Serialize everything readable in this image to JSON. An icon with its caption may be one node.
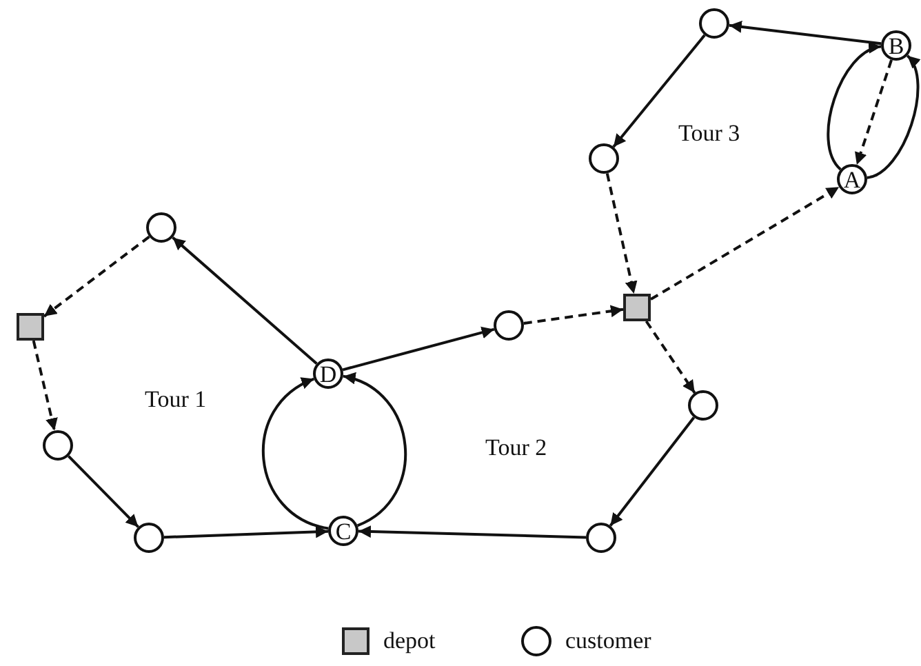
{
  "diagram": {
    "nodes": [
      {
        "text": [],
        "shape": "circle"
      },
      {
        "text": [],
        "shape": "box"
      },
      {
        "text": [],
        "shape": "circle"
      },
      {
        "text": [],
        "shape": "circle"
      },
      {
        "text": [
          "C"
        ]
      },
      {
        "text": [
          "D"
        ]
      },
      {
        "text": [],
        "shape": "circle"
      },
      {
        "text": [],
        "shape": "box"
      },
      {
        "text": [],
        "shape": "circle"
      },
      {
        "text": [],
        "shape": "circle"
      },
      {
        "text": [],
        "shape": "circle"
      },
      {
        "text": [
          "B"
        ]
      },
      {
        "text": [],
        "shape": "circle"
      },
      {
        "text": [
          "A"
        ]
      }
    ],
    "edges": [
      {
        "from": 0,
        "to": 1,
        "arrow": "to",
        "style": "dashed"
      },
      {
        "from": 1,
        "to": 2,
        "arrow": "to",
        "style": "dashed"
      },
      {
        "from": 2,
        "to": 3,
        "arrow": "to"
      },
      {
        "from": 3,
        "to": 4,
        "arrow": "to"
      },
      {
        "from": 4,
        "to": 5,
        "arrow": "to"
      },
      {
        "from": 4,
        "to": 5,
        "arrow": "to"
      },
      {
        "from": 5,
        "to": 0,
        "arrow": "to"
      },
      {
        "from": 5,
        "to": 6,
        "arrow": "to"
      },
      {
        "from": 6,
        "to": 7,
        "arrow": "to",
        "style": "dashed"
      },
      {
        "from": 7,
        "to": 8,
        "arrow": "to",
        "style": "dashed"
      },
      {
        "from": 8,
        "to": 9,
        "arrow": "to"
      },
      {
        "from": 9,
        "to": 4,
        "arrow": "to"
      },
      {
        "from": 7,
        "to": 13,
        "arrow": "to",
        "style": "dashed"
      },
      {
        "from": 13,
        "to": 11,
        "arrow": "to"
      },
      {
        "from": 13,
        "to": 11,
        "arrow": "to"
      },
      {
        "from": 11,
        "to": 13,
        "arrow": "to",
        "style": "dashed"
      },
      {
        "from": 11,
        "to": 10,
        "arrow": "to"
      },
      {
        "from": 10,
        "to": 12,
        "arrow": "to"
      },
      {
        "from": 12,
        "to": 7,
        "arrow": "to",
        "style": "dashed"
      }
    ],
    "labels": [
      "Tour 1",
      "Tour 2",
      "Tour 3"
    ],
    "legend": [
      {
        "text": "depot"
      },
      {
        "text": "customer"
      }
    ]
  }
}
